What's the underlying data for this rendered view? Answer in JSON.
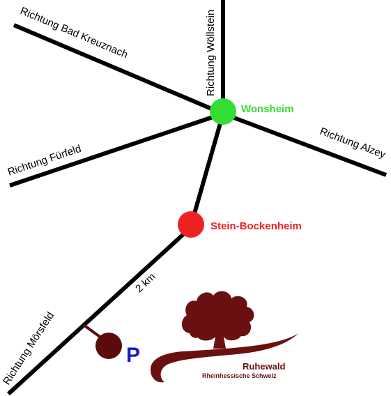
{
  "roads": {
    "bad_kreuznach": "Richtung Bad Kreuznach",
    "woellstein": "Richtung Wöllstein",
    "fuerfeld": "Richtung Fürfeld",
    "alzey": "Richtung Alzey",
    "moersfeld": "Richtung Mörsfeld"
  },
  "distance": "2 km",
  "towns": {
    "wonsheim": {
      "name": "Wonsheim",
      "color": "#33dd33"
    },
    "stein_bockenheim": {
      "name": "Stein-Bockenheim",
      "color": "#ee2222"
    }
  },
  "parking": {
    "label": "P",
    "color": "#1a1acc",
    "marker_color": "#5a0c0c"
  },
  "logo": {
    "title": "Ruhewald",
    "subtitle": "Rheinhessische Schweiz",
    "color": "#6b1010"
  }
}
